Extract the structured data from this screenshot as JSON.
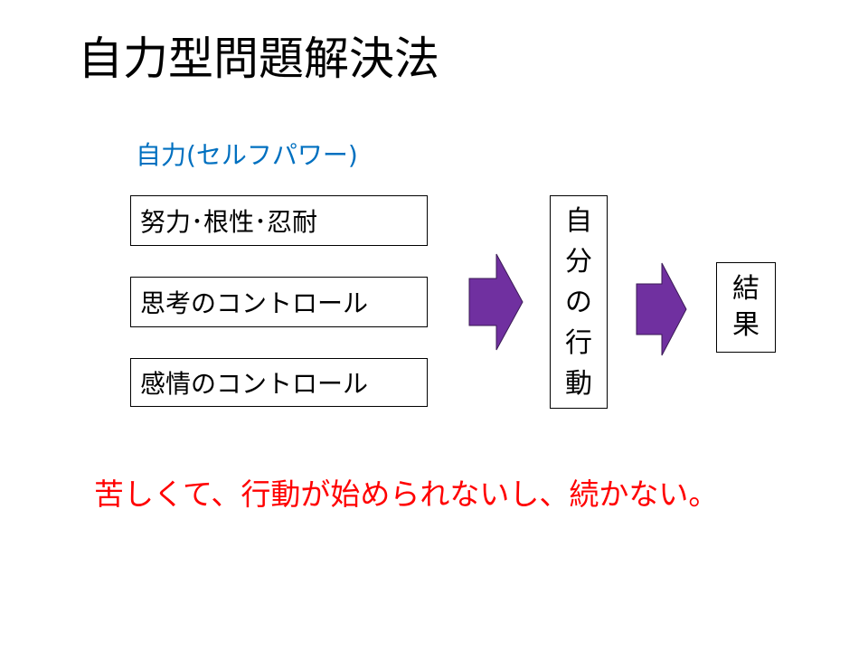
{
  "title": "自力型問題解決法",
  "subtitle": "自力(セルフパワー)",
  "factors": [
    "努力･根性･忍耐",
    "思考のコントロール",
    "感情のコントロール"
  ],
  "action_chars": [
    "自",
    "分",
    "の",
    "行",
    "動"
  ],
  "result_chars": [
    "結",
    "果"
  ],
  "conclusion": "苦しくて、行動が始められないし、続かない。",
  "colors": {
    "subtitle": "#0070c0",
    "arrow_fill": "#7030a0",
    "conclusion": "#ff0000"
  }
}
